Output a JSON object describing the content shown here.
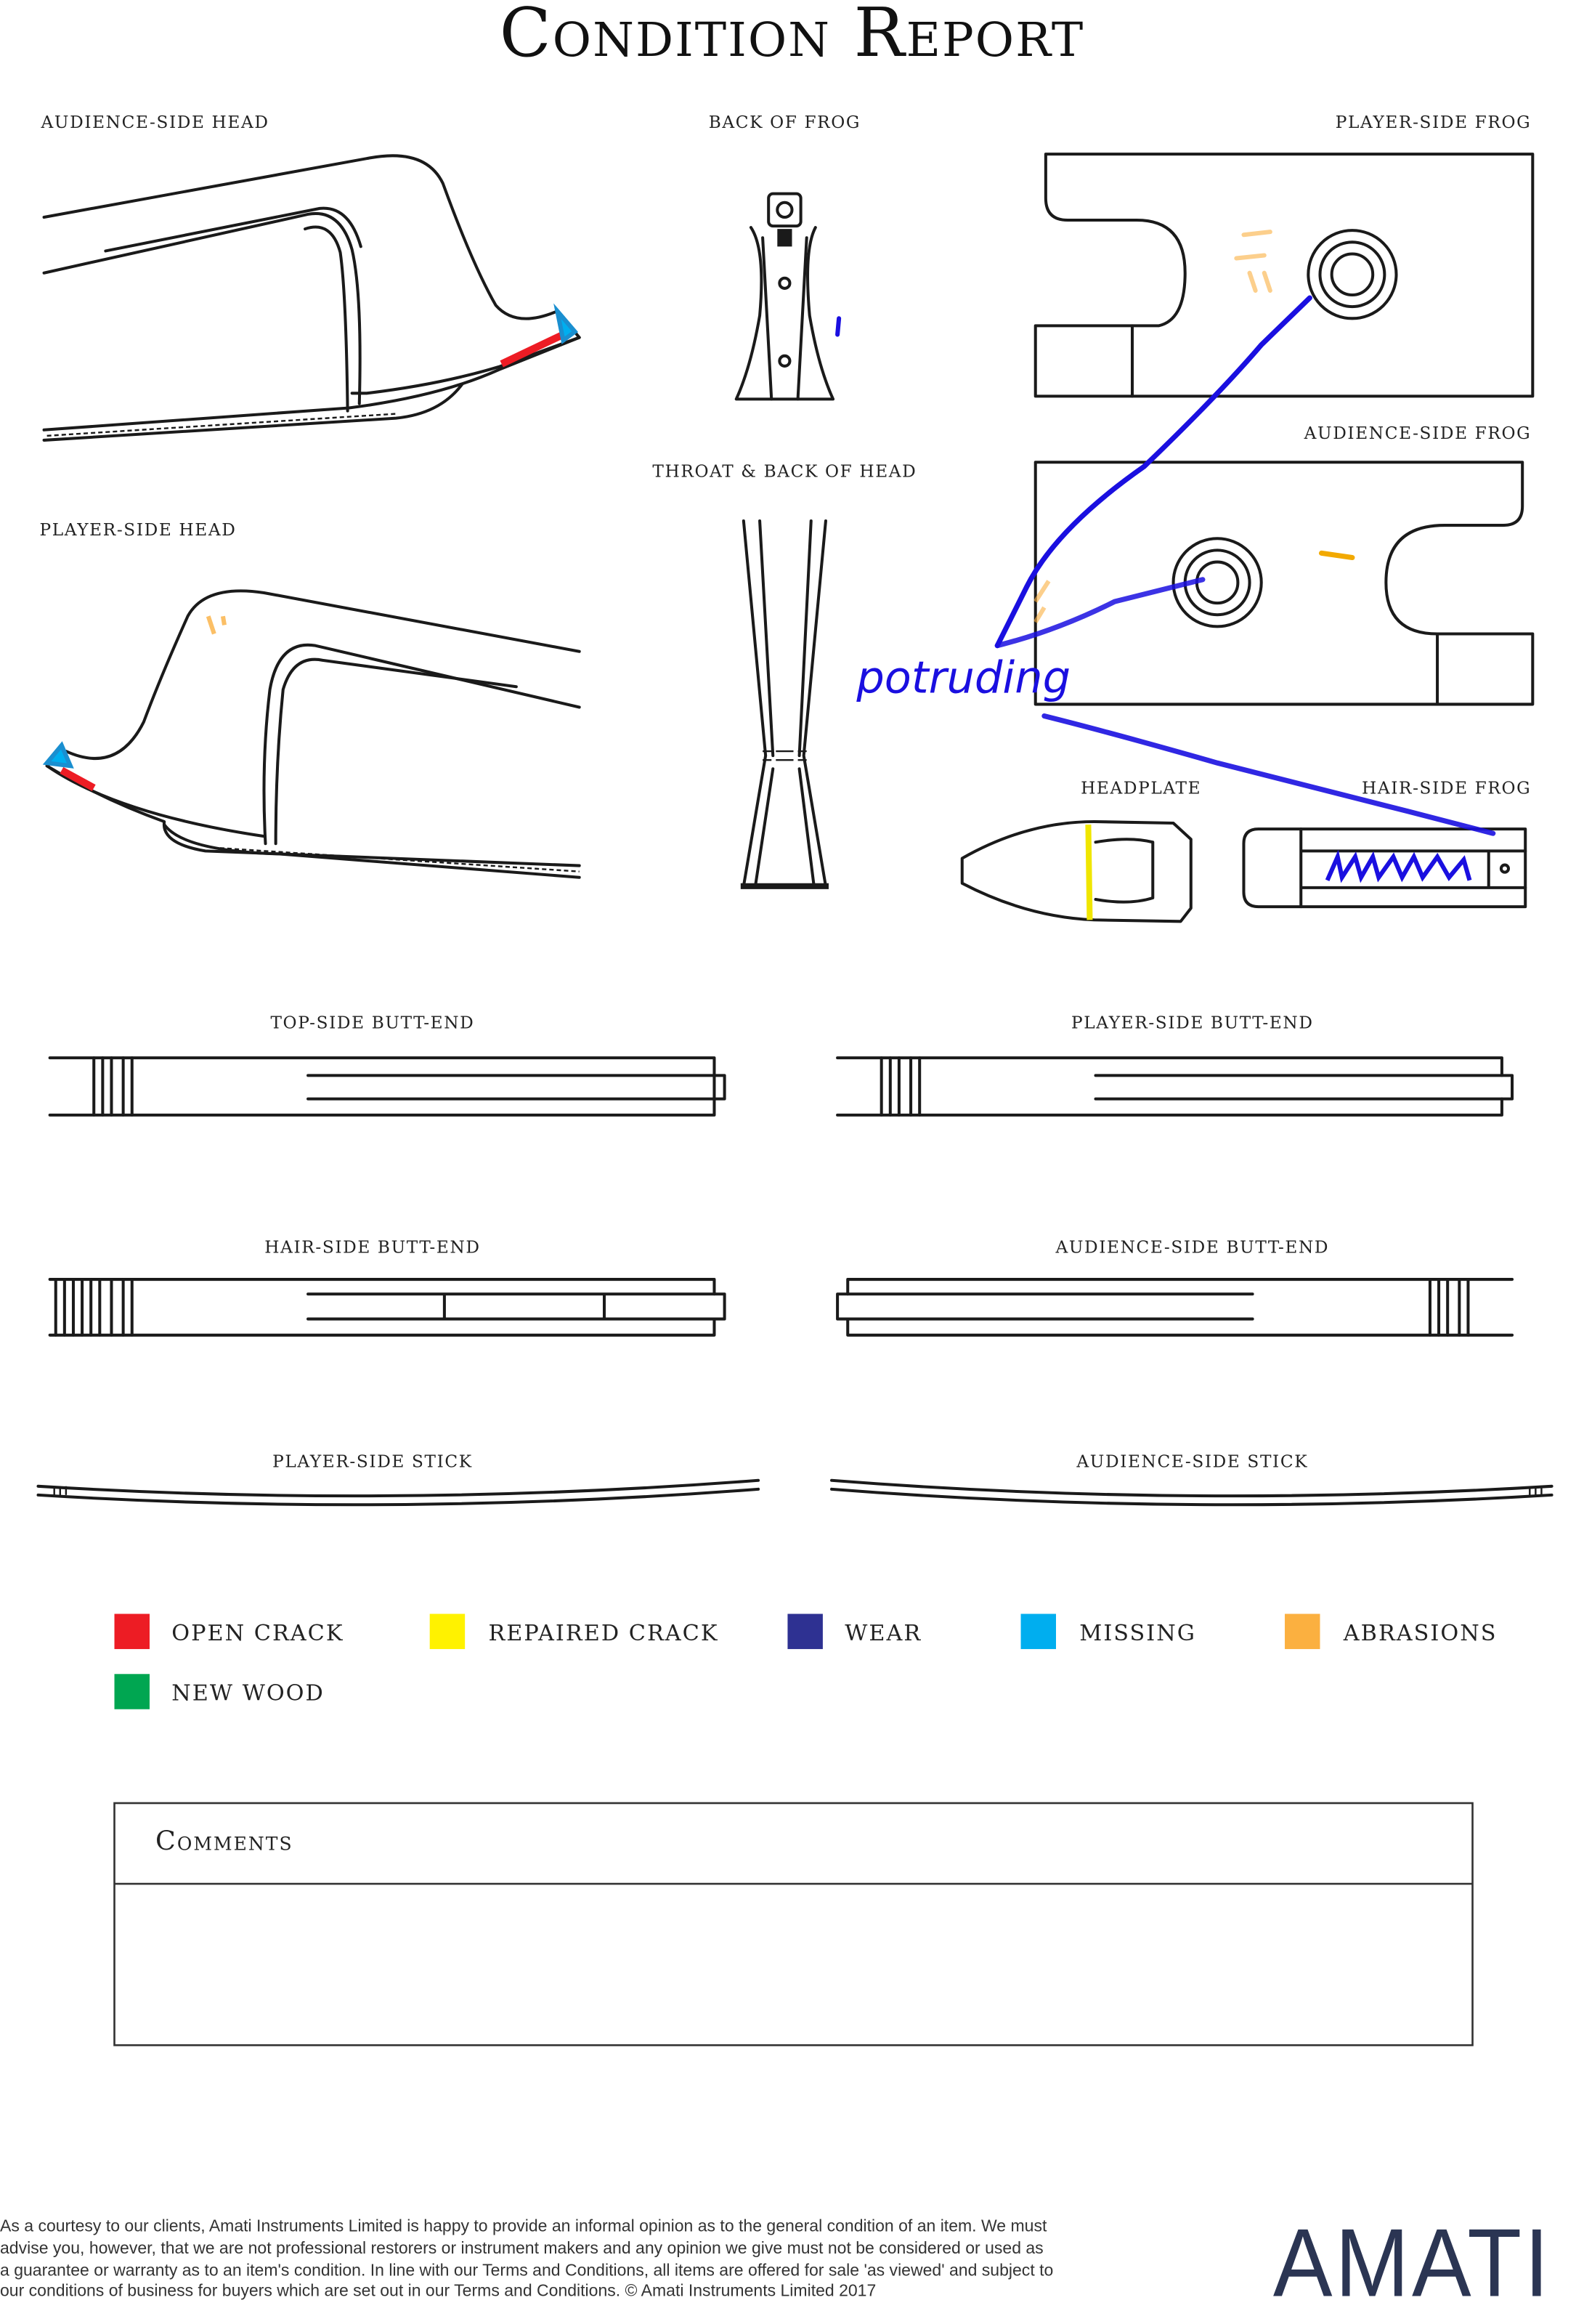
{
  "title": "Condition Report",
  "views": {
    "audience_side_head": "AUDIENCE-SIDE HEAD",
    "back_of_frog": "BACK OF FROG",
    "player_side_frog": "PLAYER-SIDE FROG",
    "audience_side_frog": "AUDIENCE-SIDE FROG",
    "throat_back_of_head": "THROAT & BACK OF HEAD",
    "player_side_head": "PLAYER-SIDE HEAD",
    "headplate": "HEADPLATE",
    "hair_side_frog": "HAIR-SIDE FROG",
    "top_side_butt_end": "TOP-SIDE BUTT-END",
    "player_side_butt_end": "PLAYER-SIDE BUTT-END",
    "hair_side_butt_end": "HAIR-SIDE BUTT-END",
    "audience_side_butt_end": "AUDIENCE-SIDE BUTT-END",
    "player_side_stick": "PLAYER-SIDE STICK",
    "audience_side_stick": "AUDIENCE-SIDE STICK"
  },
  "annotation": "potruding",
  "legend": [
    {
      "label": "OPEN CRACK",
      "color": "#ed1c24"
    },
    {
      "label": "REPAIRED CRACK",
      "color": "#fff200"
    },
    {
      "label": "WEAR",
      "color": "#2e3192"
    },
    {
      "label": "MISSING",
      "color": "#00aeef"
    },
    {
      "label": "ABRASIONS",
      "color": "#fbb040"
    },
    {
      "label": "NEW WOOD",
      "color": "#00a651"
    }
  ],
  "comments": {
    "heading": "Comments",
    "value": ""
  },
  "footer": {
    "lines": [
      "As a courtesy to our clients, Amati Instruments Limited is happy to provide an informal opinion as to the general condition of an item. We must",
      "advise you, however, that we are not professional restorers or instrument makers and any opinion we give must not be considered or used as",
      "a guarantee or warranty as to an item's condition. In line with our Terms and Conditions, all items are offered for sale 'as viewed' and subject to",
      "our conditions of business for buyers which are set out in our Terms and Conditions. © Amati Instruments Limited 2017"
    ],
    "logo": "AMATI"
  }
}
